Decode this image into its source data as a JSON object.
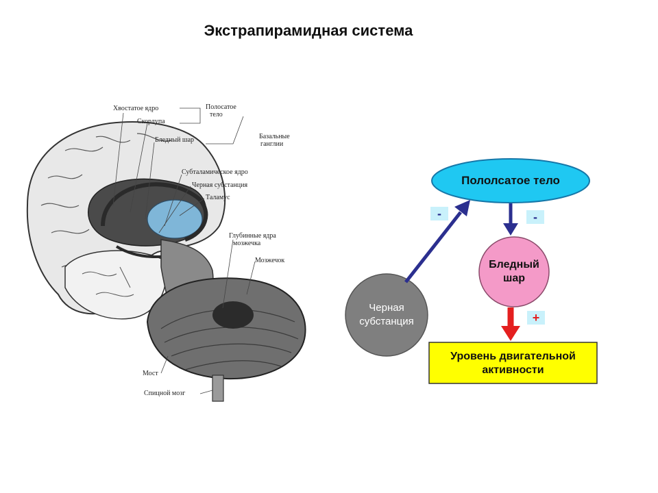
{
  "title": "Экстрапирамидная система",
  "brain_labels": {
    "caudate": "Хвостатое ядро",
    "putamen": "Скорлупа",
    "globus_pallidus": "Бледный шар",
    "striatum_1": "Полосатое",
    "striatum_2": "тело",
    "basal_1": "Базальные",
    "basal_2": "ганглии",
    "subthalamic": "Субталамическое ядро",
    "substantia_nigra": "Черная субстанция",
    "thalamus": "Таламус",
    "deep_cerebellar_1": "Глубинные ядра",
    "deep_cerebellar_2": "мозжечка",
    "cerebellum": "Мозжечок",
    "pons": "Мост",
    "spinal_cord": "Спицной мозг"
  },
  "scheme": {
    "striatum": "Пололсатое тело",
    "globus_pallidus_1": "Бледный",
    "globus_pallidus_2": "шар",
    "substantia_nigra_1": "Черная",
    "substantia_nigra_2": "субстанция",
    "motor_activity_1": "Уровень двигательной",
    "motor_activity_2": "активности",
    "sign_nigra_to_striatum": "-",
    "sign_striatum_to_pallidus": "-",
    "sign_pallidus_to_activity": "+"
  },
  "colors": {
    "striatum_fill": "#1fc8f2",
    "pallidus_fill": "#f49ac8",
    "nigra_fill": "#7f7f7f",
    "activity_fill": "#ffff00",
    "arrow_blue": "#2b2f8f",
    "arrow_red": "#e41f1f",
    "sign_bg": "#c9f1fb"
  }
}
